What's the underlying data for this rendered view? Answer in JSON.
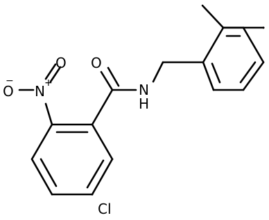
{
  "molecule": {
    "atoms": {
      "o_top": "O",
      "o_left": "O",
      "n_nitro": "N",
      "o_carbonyl": "O",
      "n_amide": "N",
      "h_amide": "H",
      "cl": "Cl"
    },
    "charges": {
      "o_minus": "−",
      "n_plus": "+"
    }
  }
}
